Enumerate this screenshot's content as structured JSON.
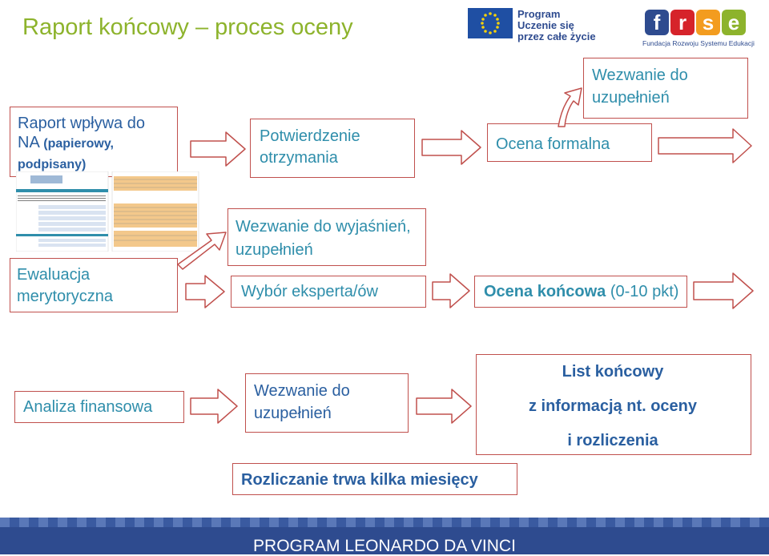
{
  "title": "Raport końcowy – proces oceny",
  "logos": {
    "eu": {
      "line1": "Program",
      "line2": "Uczenie się",
      "line3": "przez całe życie"
    },
    "frse": {
      "mark": "frse",
      "caption": "Fundacja Rozwoju Systemu Edukacji"
    }
  },
  "boxes": {
    "raport": {
      "main": "Raport wpływa do NA",
      "sub": "(papierowy, podpisany)"
    },
    "potwierdzenie": "Potwierdzenie otrzymania",
    "ocena_formalna": "Ocena formalna",
    "wezwanie_uzup_top": "Wezwanie do uzupełnień",
    "ewaluacja": "Ewaluacja merytoryczna",
    "wezwanie_wyjasnien": "Wezwanie do wyjaśnień, uzupełnień",
    "wybor_eksperta": "Wybór eksperta/ów",
    "ocena_koncowa": {
      "bold": "Ocena końcowa",
      "rest": " (0-10 pkt)"
    },
    "analiza": "Analiza finansowa",
    "wezwanie_uzup_bottom": "Wezwanie do uzupełnień",
    "list_koncowy": {
      "line1": "List końcowy",
      "line2": "z informacją nt. oceny",
      "line3": "i rozliczenia"
    },
    "rozliczanie": "Rozliczanie trwa kilka miesięcy"
  },
  "footer": "PROGRAM LEONARDO DA VINCI",
  "colors": {
    "title": "#8db32c",
    "box_border": "#c0504d",
    "text_teal": "#2f8eab",
    "text_blue": "#2a5fa0",
    "footer_bg": "#2e4b8f"
  }
}
